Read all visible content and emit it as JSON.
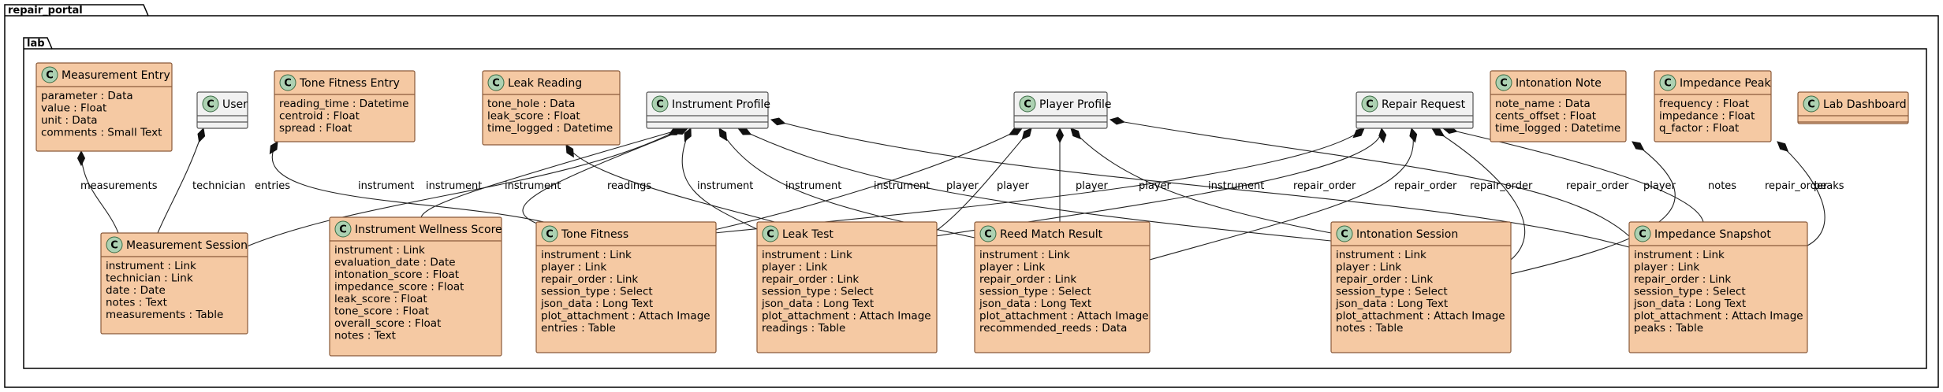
{
  "package": {
    "name": "repair_portal"
  },
  "subpackage": {
    "name": "lab"
  },
  "colors": {
    "class_fill": "#f5c9a3",
    "class_border": "#8a5a3a",
    "plain_fill": "#f1f1f1",
    "plain_border": "#555555",
    "badge_fill": "#add1b2",
    "badge_border": "#3a6b44",
    "line": "#222222"
  },
  "classes": [
    {
      "id": "measurement_entry",
      "name": "Measurement Entry",
      "attributes": [
        "parameter : Data",
        "value : Float",
        "unit : Data",
        "comments : Small Text"
      ]
    },
    {
      "id": "user",
      "name": "User",
      "attributes": []
    },
    {
      "id": "tone_fitness_entry",
      "name": "Tone Fitness Entry",
      "attributes": [
        "reading_time : Datetime",
        "centroid : Float",
        "spread : Float"
      ]
    },
    {
      "id": "leak_reading",
      "name": "Leak Reading",
      "attributes": [
        "tone_hole : Data",
        "leak_score : Float",
        "time_logged : Datetime"
      ]
    },
    {
      "id": "instrument_profile",
      "name": "Instrument Profile",
      "attributes": []
    },
    {
      "id": "player_profile",
      "name": "Player Profile",
      "attributes": []
    },
    {
      "id": "repair_request",
      "name": "Repair Request",
      "attributes": []
    },
    {
      "id": "intonation_note",
      "name": "Intonation Note",
      "attributes": [
        "note_name : Data",
        "cents_offset : Float",
        "time_logged : Datetime"
      ]
    },
    {
      "id": "impedance_peak",
      "name": "Impedance Peak",
      "attributes": [
        "frequency : Float",
        "impedance : Float",
        "q_factor : Float"
      ]
    },
    {
      "id": "lab_dashboard",
      "name": "Lab Dashboard",
      "attributes": []
    },
    {
      "id": "measurement_session",
      "name": "Measurement Session",
      "attributes": [
        "instrument : Link",
        "technician : Link",
        "date : Date",
        "notes : Text",
        "measurements : Table"
      ]
    },
    {
      "id": "instrument_wellness_score",
      "name": "Instrument Wellness Score",
      "attributes": [
        "instrument : Link",
        "evaluation_date : Date",
        "intonation_score : Float",
        "impedance_score : Float",
        "leak_score : Float",
        "tone_score : Float",
        "overall_score : Float",
        "notes : Text"
      ]
    },
    {
      "id": "tone_fitness",
      "name": "Tone Fitness",
      "attributes": [
        "instrument : Link",
        "player : Link",
        "repair_order : Link",
        "session_type : Select",
        "json_data : Long Text",
        "plot_attachment : Attach Image",
        "entries : Table"
      ]
    },
    {
      "id": "leak_test",
      "name": "Leak Test",
      "attributes": [
        "instrument : Link",
        "player : Link",
        "repair_order : Link",
        "session_type : Select",
        "json_data : Long Text",
        "plot_attachment : Attach Image",
        "readings : Table"
      ]
    },
    {
      "id": "reed_match_result",
      "name": "Reed Match Result",
      "attributes": [
        "instrument : Link",
        "player : Link",
        "repair_order : Link",
        "session_type : Select",
        "json_data : Long Text",
        "plot_attachment : Attach Image",
        "recommended_reeds : Data"
      ]
    },
    {
      "id": "intonation_session",
      "name": "Intonation Session",
      "attributes": [
        "instrument : Link",
        "player : Link",
        "repair_order : Link",
        "session_type : Select",
        "json_data : Long Text",
        "plot_attachment : Attach Image",
        "notes : Table"
      ]
    },
    {
      "id": "impedance_snapshot",
      "name": "Impedance Snapshot",
      "attributes": [
        "instrument : Link",
        "player : Link",
        "repair_order : Link",
        "session_type : Select",
        "json_data : Long Text",
        "plot_attachment : Attach Image",
        "peaks : Table"
      ]
    }
  ],
  "relations": [
    {
      "id": "r1",
      "from": "measurement_entry",
      "to": "measurement_session",
      "label": "measurements"
    },
    {
      "id": "r2",
      "from": "user",
      "to": "measurement_session",
      "label": "technician"
    },
    {
      "id": "r3",
      "from": "tone_fitness_entry",
      "to": "tone_fitness",
      "label": "entries"
    },
    {
      "id": "r4",
      "from": "leak_reading",
      "to": "leak_test",
      "label": "readings"
    },
    {
      "id": "r5",
      "from": "instrument_profile",
      "to": "measurement_session",
      "label": "instrument"
    },
    {
      "id": "r6",
      "from": "instrument_profile",
      "to": "instrument_wellness_score",
      "label": "instrument"
    },
    {
      "id": "r7",
      "from": "instrument_profile",
      "to": "tone_fitness",
      "label": "instrument"
    },
    {
      "id": "r8",
      "from": "instrument_profile",
      "to": "leak_test",
      "label": "instrument"
    },
    {
      "id": "r9",
      "from": "instrument_profile",
      "to": "reed_match_result",
      "label": "instrument"
    },
    {
      "id": "r10",
      "from": "instrument_profile",
      "to": "intonation_session",
      "label": "instrument"
    },
    {
      "id": "r11",
      "from": "instrument_profile",
      "to": "impedance_snapshot",
      "label": "instrument"
    },
    {
      "id": "r12",
      "from": "player_profile",
      "to": "tone_fitness",
      "label": "player"
    },
    {
      "id": "r13",
      "from": "player_profile",
      "to": "leak_test",
      "label": "player"
    },
    {
      "id": "r14",
      "from": "player_profile",
      "to": "reed_match_result",
      "label": "player"
    },
    {
      "id": "r15",
      "from": "player_profile",
      "to": "intonation_session",
      "label": "player"
    },
    {
      "id": "r16",
      "from": "player_profile",
      "to": "impedance_snapshot",
      "label": "player"
    },
    {
      "id": "r17",
      "from": "repair_request",
      "to": "tone_fitness",
      "label": "repair_order"
    },
    {
      "id": "r18",
      "from": "repair_request",
      "to": "leak_test",
      "label": "repair_order"
    },
    {
      "id": "r19",
      "from": "repair_request",
      "to": "reed_match_result",
      "label": "repair_order"
    },
    {
      "id": "r20",
      "from": "repair_request",
      "to": "intonation_session",
      "label": "repair_order"
    },
    {
      "id": "r21",
      "from": "repair_request",
      "to": "impedance_snapshot",
      "label": "repair_order"
    },
    {
      "id": "r22",
      "from": "intonation_note",
      "to": "intonation_session",
      "label": "notes"
    },
    {
      "id": "r23",
      "from": "impedance_peak",
      "to": "impedance_snapshot",
      "label": "peaks"
    }
  ]
}
